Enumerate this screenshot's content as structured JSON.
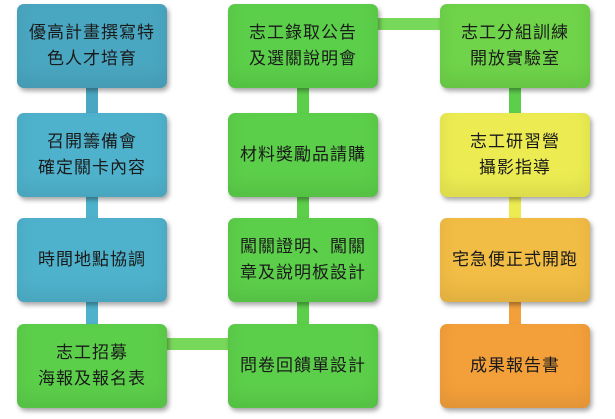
{
  "colors": {
    "col1": "#4fb2cc",
    "col1_first": "#4aa7c1",
    "col2": "#5ccf4a",
    "col3_light": "#ecec52",
    "col3_orange": "#f4a03a",
    "connector_blue": "#4aa7c1",
    "connector_green": "#78d85a"
  },
  "steps": {
    "col1": [
      "優高計畫撰寫特\n色人才培育",
      "召開籌備會\n確定關卡內容",
      "時間地點協調",
      "志工招募\n海報及報名表"
    ],
    "col2": [
      "志工錄取公告\n及選關說明會",
      "材料獎勵品請購",
      "闖關證明、闖關\n章及說明板設計",
      "問卷回饋單設計"
    ],
    "col3": [
      "志工分組訓練\n開放實驗室",
      "志工研習營\n攝影指導",
      "宅急便正式開跑",
      "成果報告書"
    ]
  }
}
